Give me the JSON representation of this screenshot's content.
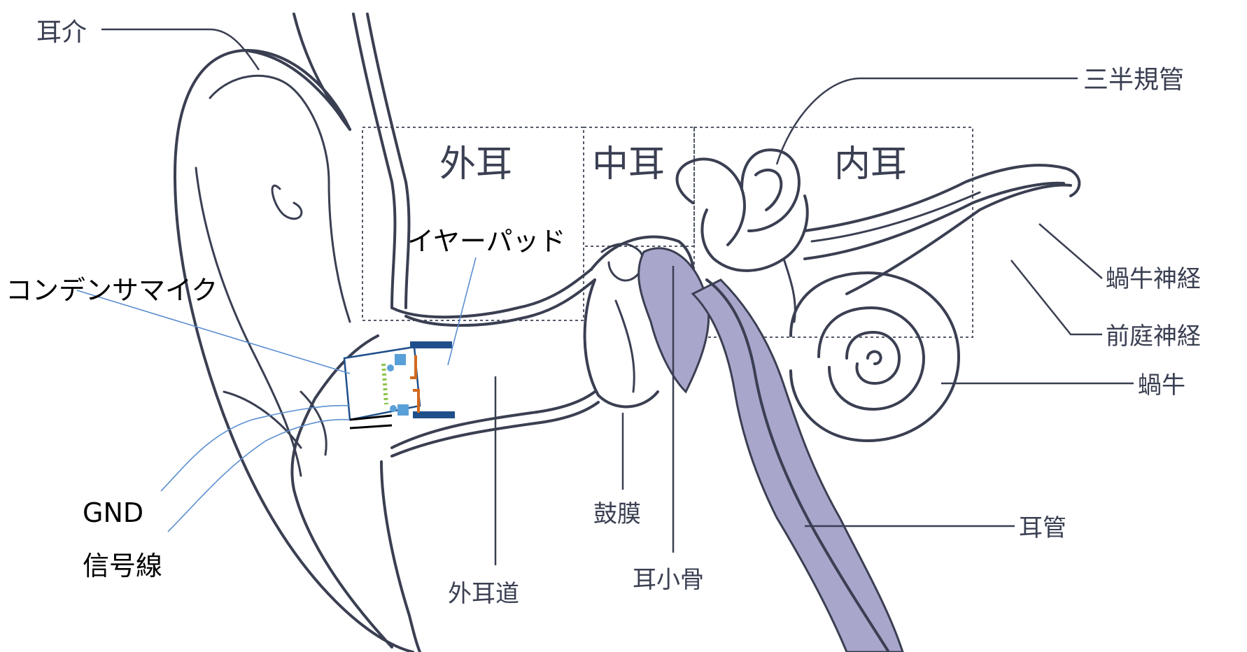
{
  "labels": {
    "auricle": "耳介",
    "semicircular_canals": "三半規管",
    "cochlear_nerve": "蝸牛神経",
    "vestibular_nerve": "前庭神経",
    "cochlea": "蝸牛",
    "eustachian_tube": "耳管",
    "eardrum": "鼓膜",
    "ossicles": "耳小骨",
    "ear_canal": "外耳道"
  },
  "regions": {
    "outer_ear": "外耳",
    "middle_ear": "中耳",
    "inner_ear": "内耳"
  },
  "annotations": {
    "ear_pad": "イヤーパッド",
    "condenser_mic": "コンデンサマイク",
    "gnd": "GND",
    "signal_line": "信号線"
  },
  "colors": {
    "line": "#3a3f52",
    "shade": "#a9a6cc",
    "annotation_leader": "#5b8fd0",
    "device_blue": "#1f4f8a",
    "device_lightblue": "#5aa0d8",
    "device_orange": "#d2691e",
    "device_green": "#8bc34a"
  }
}
